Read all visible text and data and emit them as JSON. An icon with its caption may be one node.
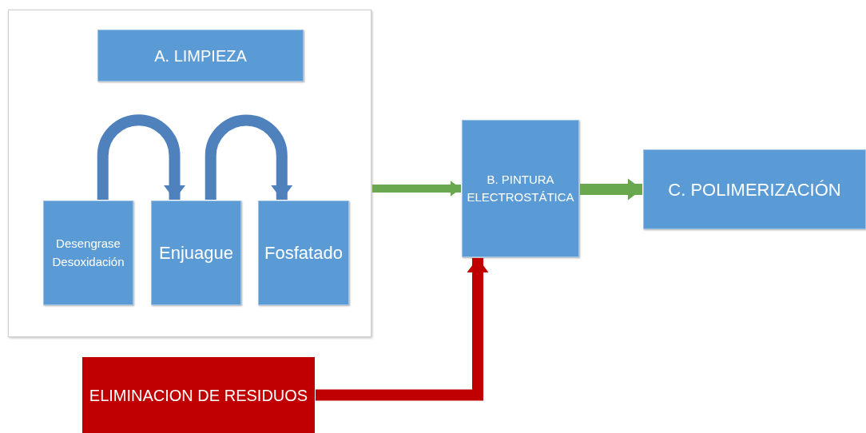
{
  "diagram": {
    "nodes": [
      {
        "text": [],
        "shape": "box"
      },
      {
        "text": [
          "A. LIMPIEZA"
        ],
        "in": 0
      },
      {
        "text": [
          "Desengrase Desoxidación"
        ],
        "in": 0
      },
      {
        "text": [
          "Enjuague"
        ],
        "in": 0
      },
      {
        "text": [
          "Fosfatado"
        ],
        "in": 0
      },
      {
        "text": [
          "B. PINTURA ELECTROSTÁTICA"
        ]
      },
      {
        "text": [
          "C. POLIMERIZACIÓN"
        ]
      },
      {
        "text": [
          "ELIMINACION DE RESIDUOS"
        ]
      }
    ],
    "edges": [
      {
        "from": 2,
        "to": 3,
        "arrow": "to",
        "color": "#4f81bd"
      },
      {
        "from": 3,
        "to": 4,
        "arrow": "to",
        "color": "#4f81bd"
      },
      {
        "from": 0,
        "to": 5,
        "arrow": "to",
        "color": "#6aa84f"
      },
      {
        "from": 5,
        "to": 6,
        "arrow": "to",
        "color": "#6aa84f"
      },
      {
        "from": 7,
        "to": 5,
        "arrow": "to",
        "color": "#c00000"
      }
    ]
  }
}
